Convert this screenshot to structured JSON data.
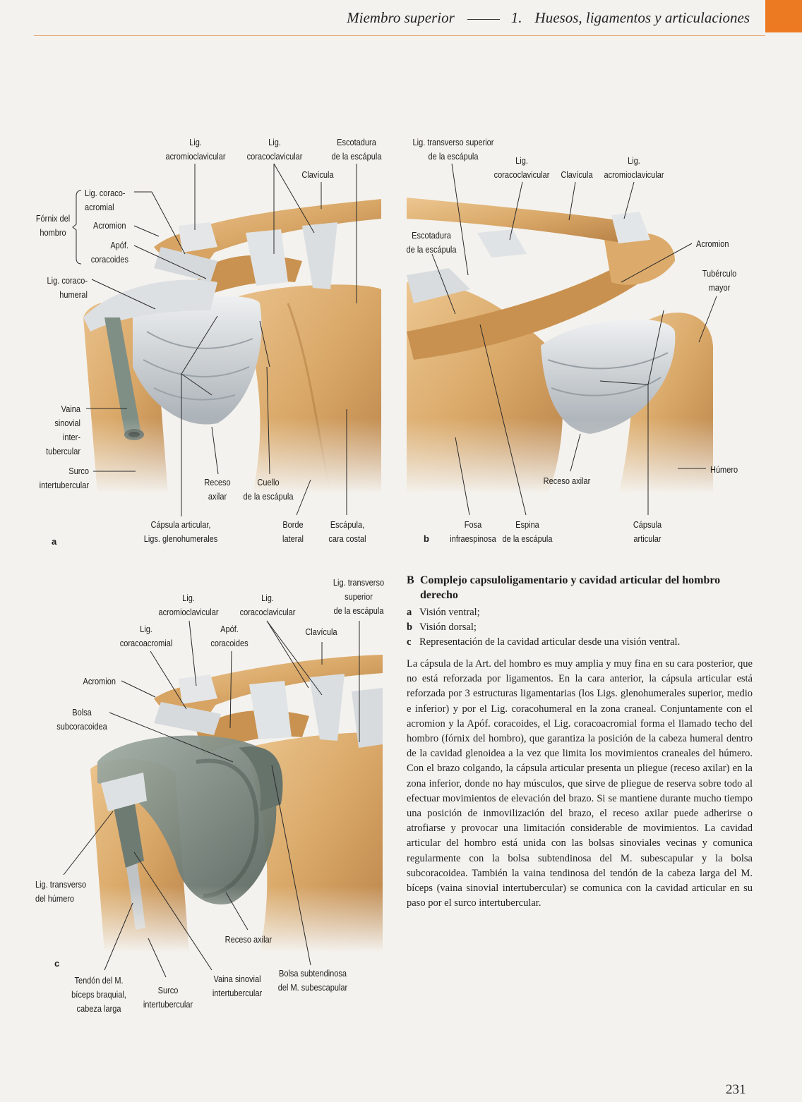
{
  "header": {
    "section": "Miembro superior",
    "chapter_number": "1.",
    "chapter_title": "Huesos, ligamentos y articulaciones"
  },
  "figure_a": {
    "letter": "a",
    "labels": {
      "lig_acromioclavicular": "Lig.\nacromioclavicular",
      "lig_coracoclavicular": "Lig.\ncoracoclavicular",
      "escotadura": "Escotadura\nde la escápula",
      "clavicula": "Clavícula",
      "fornix": "Fórnix del\nhombro",
      "lig_coracoacromial": "Lig. coraco-\nacromial",
      "acromion": "Acromion",
      "apof_coracoides": "Apóf.\ncoracoides",
      "lig_coracohumeral": "Lig. coraco-\nhumeral",
      "vaina_sinovial": "Vaina\nsinovial\ninter-\ntubercular",
      "surco": "Surco\nintertubercular",
      "receso_axilar": "Receso\naxilar",
      "cuello": "Cuello\nde la escápula",
      "capsula": "Cápsula articular,\nLigs. glenohumerales",
      "borde_lateral": "Borde\nlateral",
      "escapula_costal": "Escápula,\ncara costal"
    }
  },
  "figure_b": {
    "letter": "b",
    "labels": {
      "lig_transverso_sup": "Lig. transverso superior\nde la escápula",
      "lig_coracoclavicular": "Lig.\ncoracoclavicular",
      "clavicula": "Clavícula",
      "lig_acromioclavicular": "Lig.\nacromioclavicular",
      "escotadura": "Escotadura\nde la escápula",
      "acromion": "Acromion",
      "tuberculo_mayor": "Tubérculo\nmayor",
      "humero": "Húmero",
      "receso_axilar": "Receso axilar",
      "fosa_infraespinosa": "Fosa\ninfraespinosa",
      "espina": "Espina\nde la escápula",
      "capsula": "Cápsula\narticular"
    }
  },
  "figure_c": {
    "letter": "c",
    "labels": {
      "lig_transverso_sup": "Lig. transverso\nsuperior\nde la escápula",
      "lig_acromioclavicular": "Lig.\nacromioclavicular",
      "lig_coracoclavicular": "Lig.\ncoracoclavicular",
      "lig_coracoacromial": "Lig.\ncoracoacromial",
      "apof_coracoides": "Apóf.\ncoracoides",
      "clavicula": "Clavícula",
      "acromion": "Acromion",
      "bolsa_subcoracoidea": "Bolsa\nsubcoracoidea",
      "lig_transverso_humero": "Lig. transverso\ndel húmero",
      "receso_axilar": "Receso axilar",
      "tendon_biceps": "Tendón del M.\nbíceps braquial,\ncabeza larga",
      "surco": "Surco\nintertubercular",
      "vaina_sinovial": "Vaina sinovial\nintertubercular",
      "bolsa_subtendinosa": "Bolsa subtendinosa\ndel M. subescapular"
    }
  },
  "caption": {
    "letter": "B",
    "title": "Complejo capsuloligamentario y cavidad articular del hombro derecho",
    "items": [
      {
        "key": "a",
        "text": "Visión ventral;"
      },
      {
        "key": "b",
        "text": "Visión dorsal;"
      },
      {
        "key": "c",
        "text": "Representación de la cavidad articular desde una visión ventral."
      }
    ],
    "body": "La cápsula de la Art. del hombro es muy amplia y muy fina en su cara posterior, que no está reforzada por ligamentos. En la cara anterior, la cápsula articular está reforzada por 3 estructuras ligamentarias (los Ligs. glenohumerales superior, medio e inferior) y por el Lig. coracohumeral en la zona craneal. Conjuntamente con el acromion y la Apóf. coracoides, el Lig. coracoacromial forma el llamado techo del hombro (fórnix del hombro), que garantiza la posición de la cabeza humeral dentro de la cavidad glenoidea a la vez que limita los movimientos craneales del húmero. Con el brazo colgando, la cápsula articular presenta un pliegue (receso axilar) en la zona inferior, donde no hay músculos, que sirve de pliegue de reserva sobre todo al efectuar movimientos de elevación del brazo. Si se mantiene durante mucho tiempo una posición de inmovilización del brazo, el receso axilar puede adherirse o atrofiarse y provocar una limitación considerable de movimientos. La cavidad articular del hombro está unida con las bolsas sinoviales vecinas y comunica regularmente con la bolsa subtendinosa del M. subescapular y la bolsa subcoracoidea. También la vaina tendinosa del tendón de la cabeza larga del M. bíceps (vaina sinovial intertubercular) se comunica con la cavidad articular en su paso por el surco intertubercular."
  },
  "page_number": "231",
  "colors": {
    "accent_tab": "#ec7a22",
    "header_rule": "#e8a772",
    "bone": "#d9a868",
    "ligament": "#cfd3d6",
    "synovial": "#7f8f86"
  }
}
